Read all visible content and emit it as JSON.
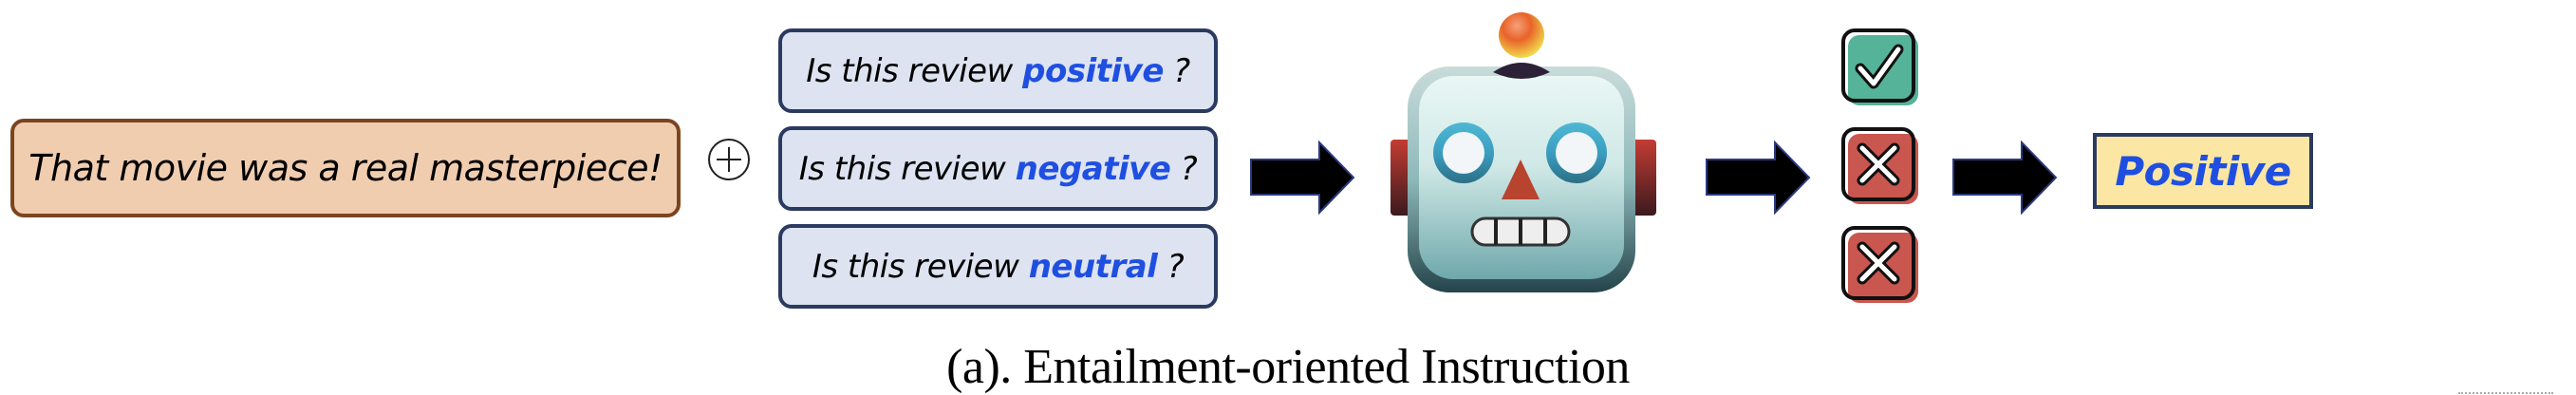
{
  "input": {
    "text": "That movie was a real masterpiece!",
    "fill": "#f1cdb0",
    "border": "#7b4520"
  },
  "combine_symbol": "⊕",
  "questions": [
    {
      "prefix": "Is this review ",
      "keyword": "positive",
      "suffix": " ?"
    },
    {
      "prefix": "Is this review ",
      "keyword": "negative",
      "suffix": " ?"
    },
    {
      "prefix": "Is this review ",
      "keyword": "neutral",
      "suffix": " ?"
    }
  ],
  "model": {
    "icon": "robot-icon"
  },
  "judgments": [
    {
      "question": "positive",
      "verdict": "check",
      "color": "#55b39a"
    },
    {
      "question": "negative",
      "verdict": "cross",
      "color": "#c9574f"
    },
    {
      "question": "neutral",
      "verdict": "cross",
      "color": "#c9574f"
    }
  ],
  "result": {
    "label": "Positive",
    "fill": "#fbe6a4",
    "text_color": "#1f4fe0"
  },
  "caption": "(a). Entailment-oriented Instruction",
  "colors": {
    "keyword_blue": "#1f4fe0",
    "question_fill": "#dde3f0",
    "question_border": "#2b3a60",
    "arrow_fill": "#000000",
    "arrow_stroke": "#2b3a80"
  }
}
